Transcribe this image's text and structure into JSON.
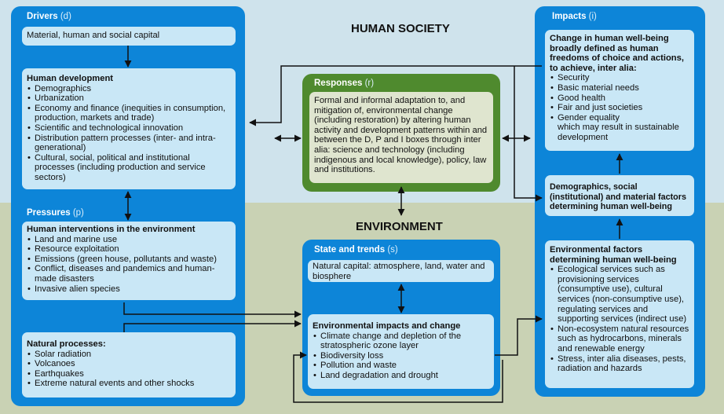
{
  "regions": {
    "human_society": "HUMAN SOCIETY",
    "environment": "ENVIRONMENT"
  },
  "drivers": {
    "title": "Drivers",
    "suffix": "(d)",
    "capital": "Material, human and social capital",
    "human_dev_title": "Human development",
    "human_dev_items": [
      "Demographics",
      "Urbanization",
      "Economy and finance (inequities in consumption, production, markets and trade)",
      "Scientific and technological innovation",
      "Distribution pattern processes (inter- and intra-generational)",
      "Cultural, social, political and institutional processes (including production and service sectors)"
    ]
  },
  "pressures": {
    "title": "Pressures",
    "suffix": "(p)",
    "interventions_title": "Human interventions in the environment",
    "interventions_items": [
      "Land and marine use",
      "Resource exploitation",
      "Emissions (green house, pollutants and waste)",
      "Conflict, diseases and pandemics and human-made disasters",
      "Invasive alien species"
    ],
    "natural_title": "Natural processes:",
    "natural_items": [
      "Solar radiation",
      "Volcanoes",
      "Earthquakes",
      "Extreme natural events and other shocks"
    ]
  },
  "responses": {
    "title": "Responses",
    "suffix": "(r)",
    "text": "Formal and informal adaptation to, and mitigation of, environmental change (including restoration) by altering human activity and development patterns within and between the D, P and I boxes through inter alia: science and technology (including indigenous and local knowledge), policy, law and institutions."
  },
  "state": {
    "title": "State and trends",
    "suffix": "(s)",
    "capital": "Natural capital: atmosphere, land, water and biosphere",
    "impacts_title": "Environmental impacts and change",
    "impacts_items": [
      "Climate change and depletion of the stratospheric ozone layer",
      "Biodiversity loss",
      "Pollution and waste",
      "Land degradation and drought"
    ]
  },
  "impacts": {
    "title": "Impacts",
    "suffix": "(i)",
    "wellbeing_title": "Change in human well-being broadly defined as human freedoms of choice and actions, to achieve, inter alia:",
    "wellbeing_items": [
      "Security",
      "Basic material needs",
      "Good health",
      "Fair and just societies",
      "Gender equality"
    ],
    "wellbeing_tail": "which may result in sustainable development",
    "demo_title": "Demographics, social (institutional) and material factors determining human well-being",
    "env_title": "Environmental factors determining human well-being",
    "env_items": [
      "Ecological services such as provisioning services (consumptive use), cultural services (non-consumptive use), regulating services and supporting services (indirect use)",
      "Non-ecosystem natural resources such  as hydrocarbons, minerals and renewable energy",
      "Stress, inter alia diseases, pests, radiation and hazards"
    ]
  },
  "colors": {
    "box_blue": "#0d85d8",
    "inner_blue": "#c9e7f6",
    "responses_green": "#4f8a2e",
    "responses_inner": "#dfe5cf",
    "top_bg": "#cfe3ec",
    "bottom_bg": "#c9d2b4"
  }
}
